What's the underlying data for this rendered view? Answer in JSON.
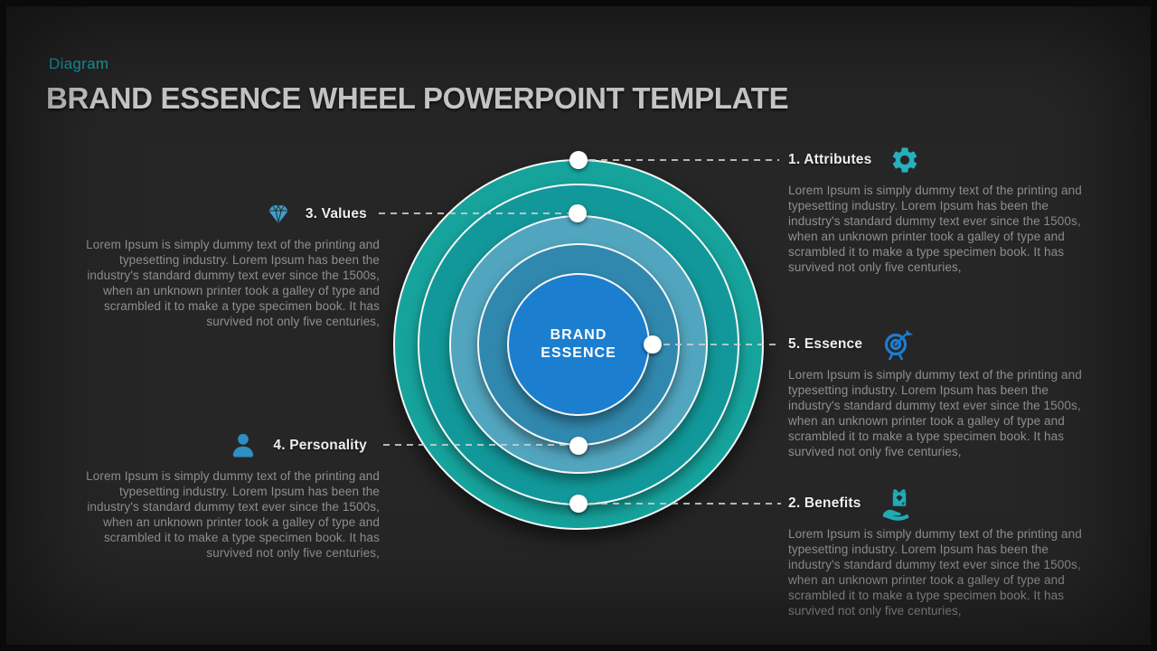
{
  "header": {
    "eyebrow": "Diagram",
    "title": "BRAND ESSENCE WHEEL POWERPOINT TEMPLATE"
  },
  "wheel": {
    "label_line1": "BRAND",
    "label_line2": "ESSENCE",
    "ring_colors": {
      "outer": "#16a39c",
      "ring2": "#12989a",
      "ring3": "#52a5bf",
      "ring4": "#3188ae",
      "core": "#1c7ecf"
    }
  },
  "sections": [
    {
      "label": "1. Attributes",
      "icon": "gear-icon",
      "body": "Lorem Ipsum is simply dummy text of the printing and typesetting industry. Lorem Ipsum has been the industry's standard dummy text ever since the 1500s, when an unknown printer took a galley of type and scrambled it to make a type specimen book. It has survived not only five centuries,"
    },
    {
      "label": "2. Benefits",
      "icon": "gift-hand-icon",
      "body": "Lorem Ipsum is simply dummy text of the printing and typesetting industry. Lorem Ipsum has been the industry's standard dummy text ever since the 1500s, when an unknown printer took a galley of type and scrambled it to make a type specimen book. It has survived not only five centuries,"
    },
    {
      "label": "3. Values",
      "icon": "diamond-icon",
      "body": "Lorem Ipsum is simply dummy text of the printing and typesetting industry. Lorem Ipsum has been the industry's standard dummy text ever since the 1500s, when an unknown printer took a galley of type and scrambled it to make a type specimen book. It has survived not only five centuries,"
    },
    {
      "label": "4. Personality",
      "icon": "person-icon",
      "body": "Lorem Ipsum is simply dummy text of the printing and typesetting industry. Lorem Ipsum has been the industry's standard dummy text ever since the 1500s, when an unknown printer took a galley of type and scrambled it to make a type specimen book. It has survived not only five centuries,"
    },
    {
      "label": "5. Essence",
      "icon": "target-icon",
      "body": "Lorem Ipsum is simply dummy text of the printing and typesetting industry. Lorem Ipsum has been the industry's standard dummy text ever since the 1500s, when an unknown printer took a galley of type and scrambled it to make a type specimen book. It has survived not only five centuries,"
    }
  ],
  "colors": {
    "background": "#262626",
    "frame": "#0a0a0a",
    "accent_teal": "#18a3ac",
    "title_text": "#c9cbcc",
    "heading_text": "#efefef",
    "body_text": "#8f8f8f",
    "connector": "#cfcfcf",
    "icon_teal": "#26b0bc",
    "icon_blue": "#1e7cd2",
    "icon_light_blue": "#3f9fcd",
    "icon_person_blue": "#2e8fc2"
  }
}
